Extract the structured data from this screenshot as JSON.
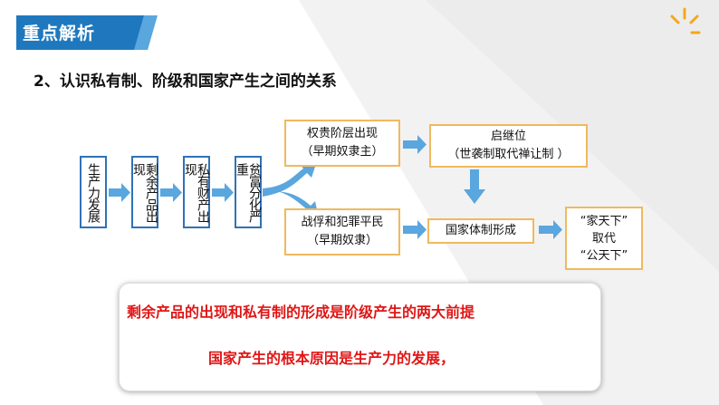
{
  "header": {
    "title": "重点解析"
  },
  "subtitle": "2、认识私有制、阶级和国家产生之间的关系",
  "flow": {
    "vertical_boxes": [
      "生产力发展",
      "剩余产品出现",
      "私有财产出现",
      "贫富分化严重"
    ],
    "upper_path": {
      "line1": "权贵阶层出现",
      "line2": "（早期奴隶主）"
    },
    "lower_path": {
      "line1": "战俘和犯罪平民",
      "line2": "（早期奴隶）"
    },
    "succession": {
      "line1": "启继位",
      "line2": "（世袭制取代禅让制 ）"
    },
    "state_formation": "国家体制形成",
    "result": {
      "line1": "“家天下”",
      "line2": "取代",
      "line3": "“公天下”"
    }
  },
  "conclusions": [
    "剩余产品的出现和私有制的形成是阶级产生的两大前提",
    "国家产生的根本原因是生产力的发展，"
  ],
  "colors": {
    "banner": "#1f78bd",
    "box_blue": "#2f72b8",
    "box_orange": "#f0b95d",
    "arrow": "#5aa6de",
    "conclusion_text": "#e01616",
    "sun_icon": "#f2a81d"
  },
  "icons": [
    "sun-rays-icon"
  ]
}
